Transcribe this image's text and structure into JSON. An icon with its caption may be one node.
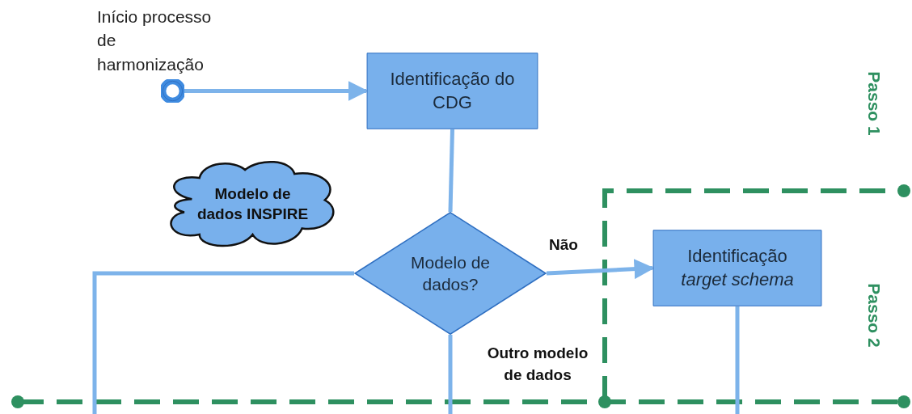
{
  "diagram": {
    "nodes": [
      {
        "text": [],
        "shape": "circle",
        "beside": [
          "Início processo de harmonização"
        ]
      },
      {
        "text": [
          "Identificação do CDG"
        ]
      },
      {
        "text": [
          "Modelo de dados INSPIRE"
        ]
      },
      {
        "text": [
          "Modelo de dados?"
        ]
      },
      {
        "text": [
          "Identificação *target schema*"
        ]
      }
    ],
    "edges": [
      {
        "from": 0,
        "to": 1,
        "arrow": "to"
      },
      {
        "from": 1,
        "to": 3,
        "arrow": "none"
      },
      {
        "from": 3,
        "to": 4,
        "label": "Não",
        "arrow": "to"
      },
      {
        "from": 3,
        "to": null,
        "label": "Outro modelo de dados",
        "arrow": "none"
      },
      {
        "from": 3,
        "to": null,
        "arrow": "none"
      },
      {
        "from": 4,
        "to": null,
        "arrow": "none"
      }
    ],
    "labels": [
      "Passo 1",
      "Passo 2"
    ]
  }
}
